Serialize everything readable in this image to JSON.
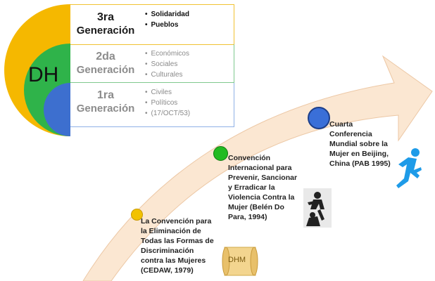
{
  "dh_label": "DH",
  "generations": [
    {
      "title_number": "3ra",
      "title_word": "Generación",
      "items": [
        "Solidaridad",
        "Pueblos"
      ]
    },
    {
      "title_number": "2da",
      "title_word": "Generación",
      "items": [
        "Económicos",
        "Sociales",
        "Culturales"
      ]
    },
    {
      "title_number": "1ra",
      "title_word": "Generación",
      "items": [
        "Civiles",
        "Políticos",
        "(17/OCT/53)"
      ]
    }
  ],
  "milestones": [
    {
      "lines": [
        "La Convención para",
        "la Eliminación de",
        "Todas las Formas de",
        "Discriminación",
        "contra las Mujeres",
        "(CEDAW, 1979)"
      ],
      "dot_color": "#f2c200"
    },
    {
      "lines": [
        "Convención",
        "Internacional para",
        "Prevenir, Sancionar",
        "y Erradicar la",
        "Violencia Contra la",
        "Mujer (Belén Do",
        "Para, 1994)"
      ],
      "dot_color": "#22bb22"
    },
    {
      "lines": [
        "Cuarta",
        "Conferencia",
        "Mundial sobre la",
        "Mujer en Beijing,",
        "China (PAB 1995)"
      ],
      "dot_color": "#3a6fd8"
    }
  ],
  "scroll_label": "DHM",
  "icons": [
    "violence-silhouette-icon",
    "running-person-icon",
    "scroll-icon"
  ],
  "colors": {
    "outer_yellow": "#f5b800",
    "middle_green": "#2fb34a",
    "inner_blue": "#3d6fcf",
    "arrow_fill": "#fbe7d2",
    "runner": "#1e9be8"
  }
}
